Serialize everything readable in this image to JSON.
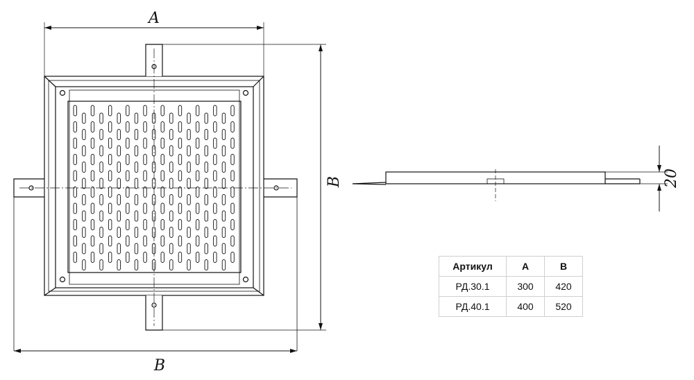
{
  "dimensions": {
    "a_top": "A",
    "b_right": "B",
    "b_bottom": "B",
    "height_value": "20"
  },
  "table": {
    "headers": [
      "Артикул",
      "A",
      "B"
    ],
    "rows": [
      [
        "РД.30.1",
        "300",
        "420"
      ],
      [
        "РД.40.1",
        "400",
        "520"
      ]
    ]
  }
}
